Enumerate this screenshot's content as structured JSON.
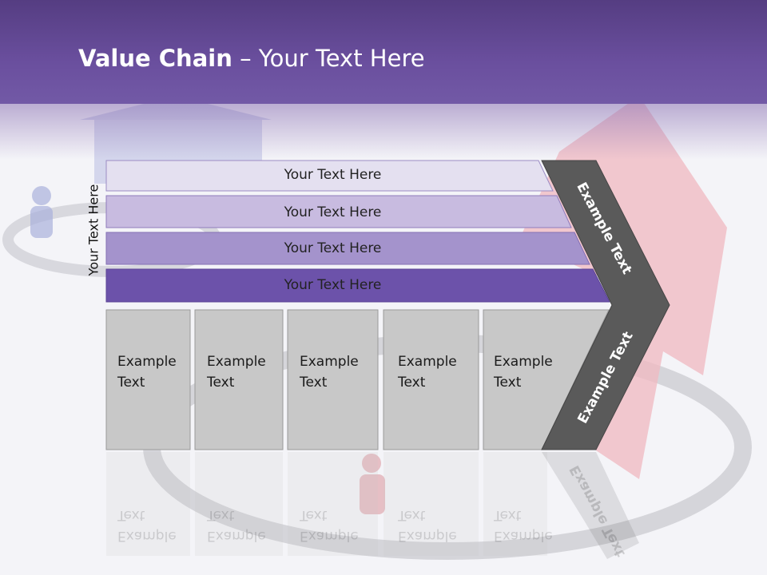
{
  "slide": {
    "title_bold": "Value Chain",
    "title_rest": " – Your Text Here",
    "side_label": "Your Text Here",
    "rows": [
      {
        "label": "Your Text Here",
        "color": "#e4e0f0"
      },
      {
        "label": "Your Text Here",
        "color": "#c8bbe0"
      },
      {
        "label": "Your Text Here",
        "color": "#a493cc"
      },
      {
        "label": "Your Text Here",
        "color": "#6c52aa"
      }
    ],
    "cells": [
      {
        "line1": "Example",
        "line2": "Text"
      },
      {
        "line1": "Example",
        "line2": "Text"
      },
      {
        "line1": "Example",
        "line2": "Text"
      },
      {
        "line1": "Example",
        "line2": "Text"
      },
      {
        "line1": "Example",
        "line2": "Text"
      }
    ],
    "chevron_upper_text": "Example Text",
    "chevron_lower_text": "Example Text",
    "reflection_text": "Example Text",
    "colors": {
      "header": "#6a4f9e",
      "chevron": "#5a5a5a",
      "cell_fill": "#c8c8c8",
      "cell_stroke": "#9a9a9a"
    }
  }
}
